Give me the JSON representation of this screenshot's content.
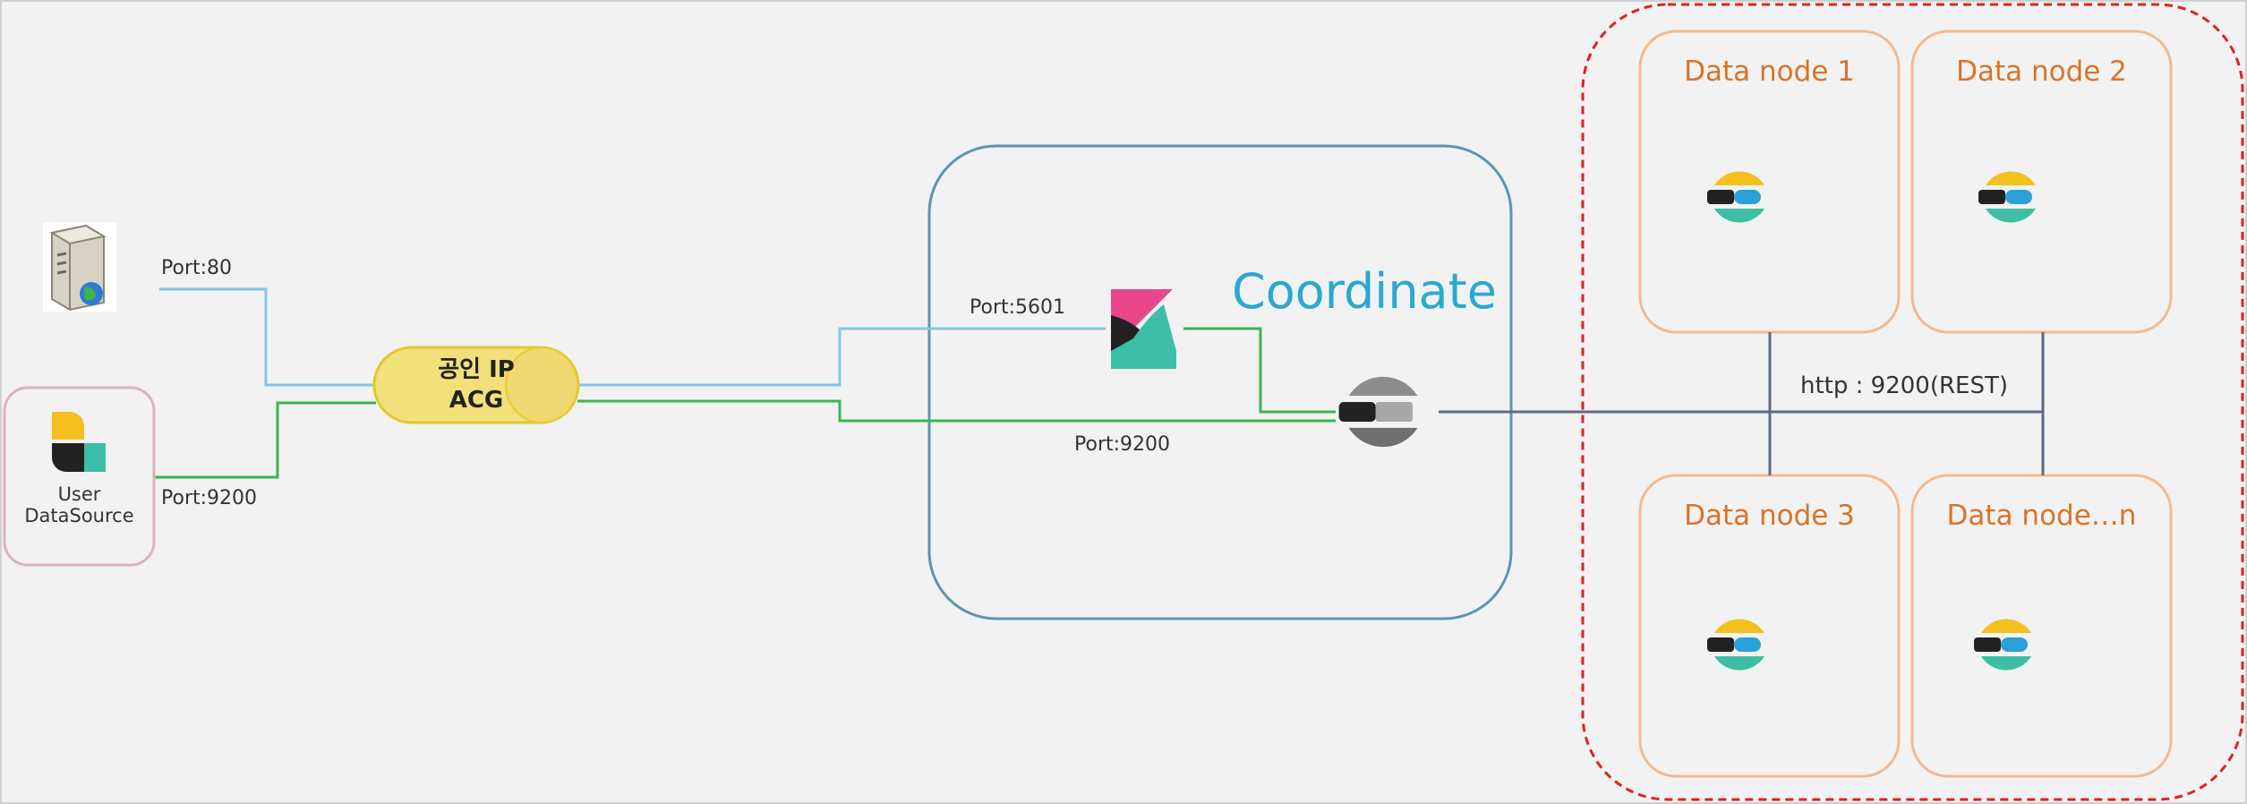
{
  "colors": {
    "background": "#f2f2f2",
    "blue_link": "#7ec8e8",
    "green_link": "#3cb550",
    "rest_link": "#5b6b82",
    "coordinate_border": "#5a97ad",
    "data_node_border": "#f5b98c",
    "cluster_border": "#e0221f",
    "acg_fill": "#f2e07a",
    "acg_border": "#e3c82e",
    "user_border": "#d9b4bd"
  },
  "icons": {
    "web_server": "server-globe-icon",
    "user_source": "elastic-beats-icon",
    "kibana": "kibana-icon",
    "coordinator": "elasticsearch-icon",
    "data_node": "elasticsearch-icon"
  },
  "labels": {
    "port_80": "Port:80",
    "port_9200_user": "Port:9200",
    "port_5601": "Port:5601",
    "port_9200_coord": "Port:9200",
    "coordinate": "Coordinate",
    "rest": "http : 9200(REST)",
    "user_line1": "User",
    "user_line2": "DataSource",
    "acg_line1": "공인 IP",
    "acg_line2": "ACG"
  },
  "data_nodes": [
    {
      "title": "Data node 1"
    },
    {
      "title": "Data node 2"
    },
    {
      "title": "Data node 3"
    },
    {
      "title": "Data node…n"
    }
  ]
}
